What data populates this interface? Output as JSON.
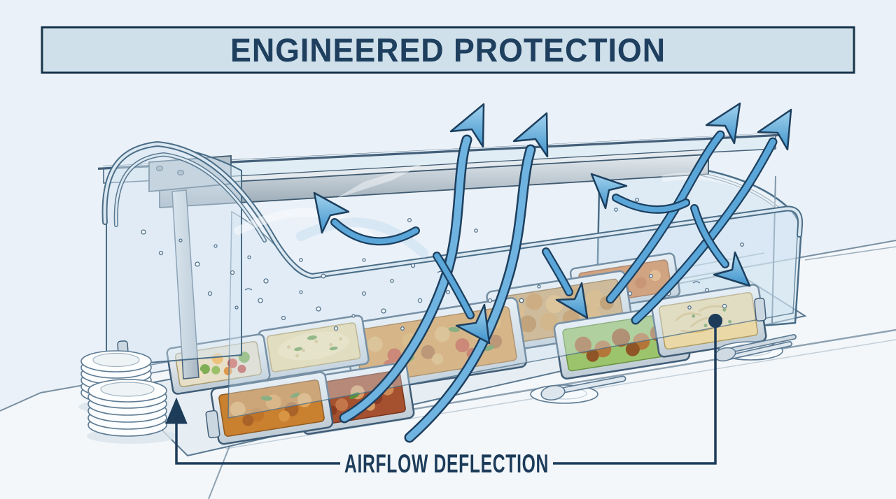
{
  "title": {
    "text": "ENGINEERED PROTECTION"
  },
  "caption": {
    "text": "AIRFLOW DEFLECTION"
  },
  "illustration": {
    "description": "Curved glass sneeze guard over a buffet line of stainless food pans; blue arrows show airborne droplets deflected up and away from the food while plates and serving utensils sit beside the counter"
  },
  "colors": {
    "background": "#eaf1f8",
    "banner_fill": "#cfe0eb",
    "banner_border": "#16344a",
    "heading_text": "#1e3f5e",
    "caption_text": "#1d3c5a",
    "leader_line": "#1d3c5a",
    "arrow_blue": "#5aa6d9",
    "arrow_blue_light": "#9ccfec",
    "arrow_outline": "#1d3f5e",
    "glass_tint": "#d8e8f3",
    "frame_stroke": "#4a6d87",
    "steel_light": "#eef2f5",
    "steel_dark": "#9cabb7"
  }
}
